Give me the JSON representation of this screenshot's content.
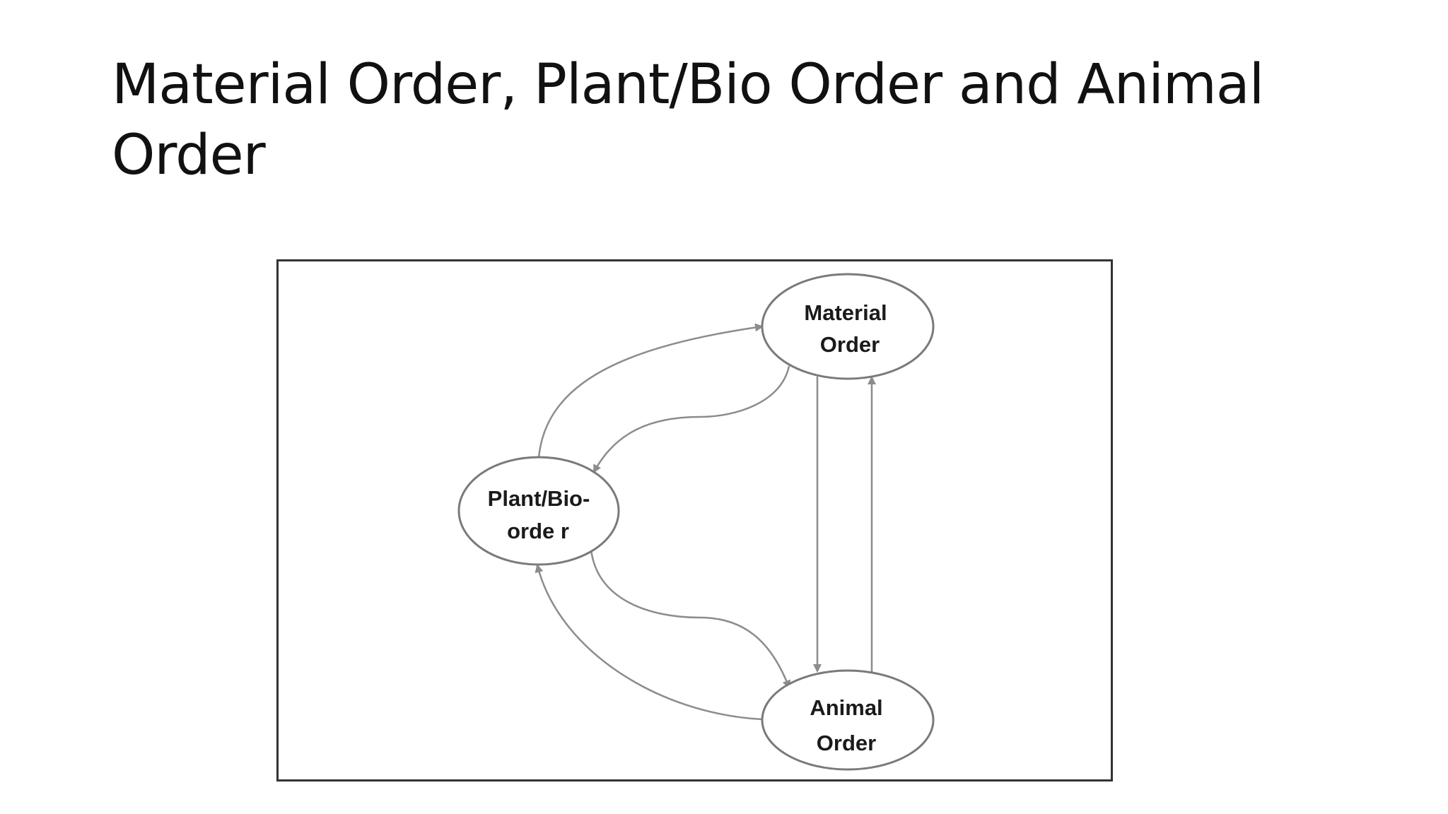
{
  "slide": {
    "title_line1": "Material Order, Plant/Bio Order and Animal",
    "title_line2": "Order"
  },
  "diagram": {
    "nodes": {
      "material": {
        "line1": "Material",
        "line2": "Order"
      },
      "plant": {
        "line1": "Plant/Bio-",
        "line2": "orde r"
      },
      "animal": {
        "line1": "Animal",
        "line2": "Order"
      }
    },
    "colors": {
      "frame": "#333333",
      "node_outline": "#7a7a7a",
      "arrow": "#8c8c8c",
      "text": "#1a1a1a"
    }
  }
}
